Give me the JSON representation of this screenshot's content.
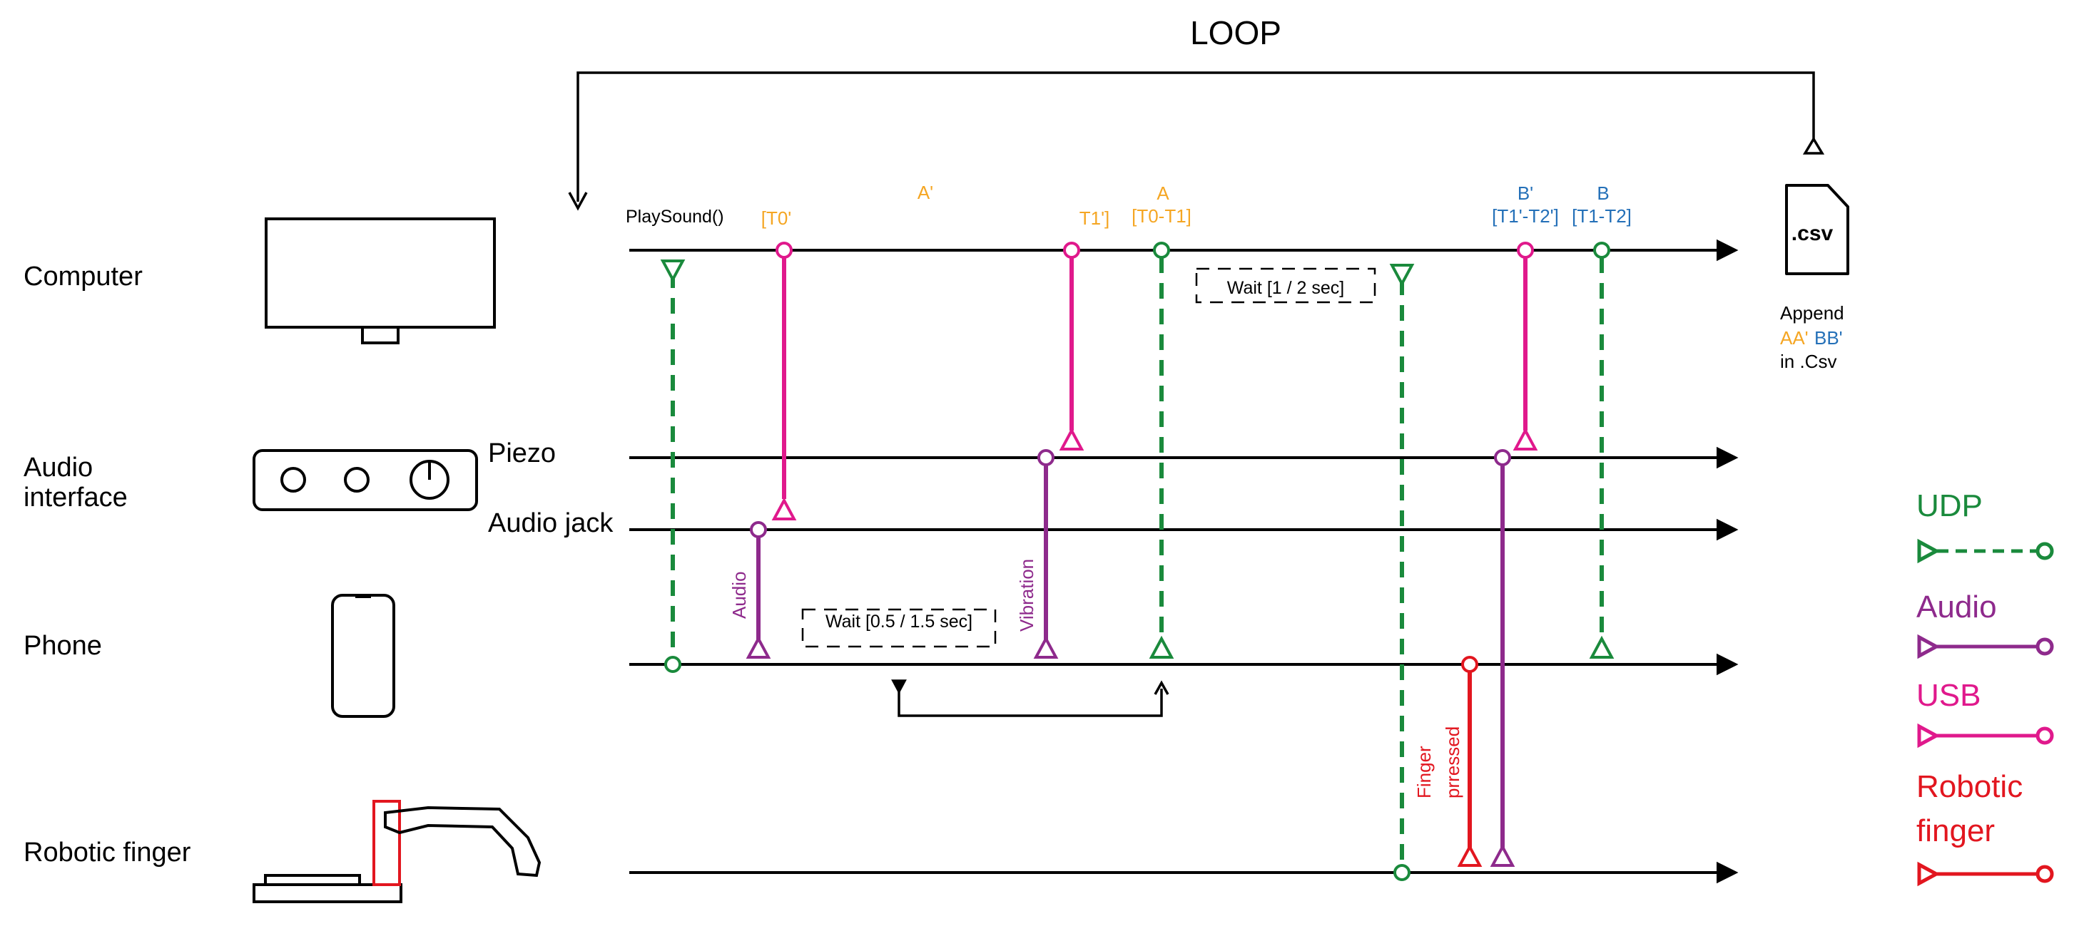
{
  "colors": {
    "black": "#000000",
    "udp": "#1a8a3c",
    "audio": "#8e2a8c",
    "usb": "#e0198c",
    "robotic": "#e2161f",
    "orange": "#f5a623",
    "blue": "#2470b8"
  },
  "loop_label": "LOOP",
  "rows": {
    "computer": "Computer",
    "audio_interface_1": "Audio",
    "audio_interface_2": "interface",
    "phone": "Phone",
    "robotic_finger": "Robotic finger",
    "piezo": "Piezo",
    "audio_jack": "Audio jack"
  },
  "markers": {
    "playsound": "PlaySound()",
    "t0_prime": "[T0'",
    "a_prime": "A'",
    "t1_prime": "T1']",
    "a": "A",
    "t0_t1": "[T0-T1]",
    "b_prime": "B'",
    "t1p_t2p": "[T1'-T2']",
    "b": "B",
    "t1_t2": "[T1-T2]"
  },
  "waits": {
    "computer_wait": "Wait  [1 / 2 sec]",
    "phone_wait": "Wait  [0.5 / 1.5 sec]"
  },
  "vertical_labels": {
    "audio": "Audio",
    "vibration": "Vibration",
    "finger_1": "Finger",
    "finger_2": "prressed"
  },
  "csv": {
    "file_label": ".csv",
    "append": "Append",
    "aa": "AA'",
    "bb": "BB'",
    "in_csv": "in .Csv"
  },
  "legend": {
    "udp": "UDP",
    "audio": "Audio",
    "usb": "USB",
    "robotic_1": "Robotic",
    "robotic_2": "finger"
  }
}
